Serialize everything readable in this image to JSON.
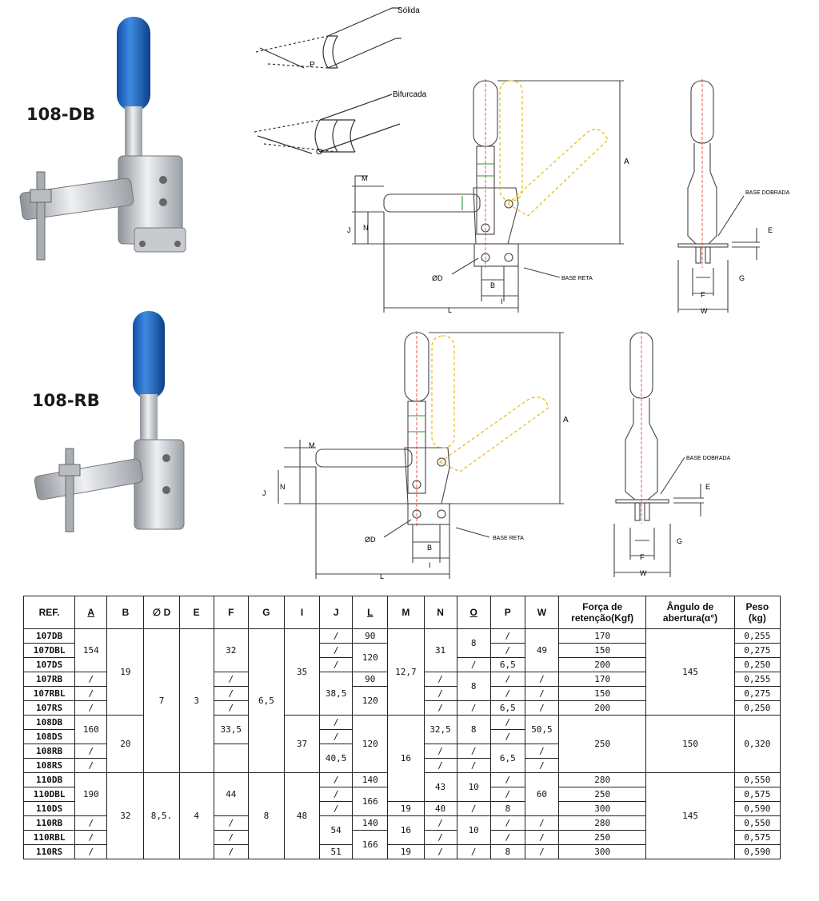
{
  "products": [
    {
      "label": "108-DB"
    },
    {
      "label": "108-RB"
    }
  ],
  "diagram_labels": {
    "solida": "Sólida",
    "bifurcada": "Bifurcada",
    "p": "P",
    "o": "O",
    "a": "A",
    "m": "M",
    "j": "J",
    "n": "N",
    "b": "B",
    "i": "I",
    "l": "L",
    "od": "ØD",
    "base_reta": "BASE RETA",
    "base_dobrada": "BASE DOBRADA",
    "e": "E",
    "g": "G",
    "f": "F",
    "w": "W"
  },
  "table": {
    "headers": {
      "ref": "REF.",
      "a": "A",
      "b": "B",
      "d": "∅ D",
      "e": "E",
      "f": "F",
      "g": "G",
      "i": "I",
      "j": "J",
      "l": "L",
      "m": "M",
      "n": "N",
      "o": "O",
      "p": "P",
      "w": "W",
      "forca_1": "Força de",
      "forca_2": "retenção(Kgf)",
      "angulo_1": "Ângulo de",
      "angulo_2": "abertura(α°)",
      "peso_1": "Peso",
      "peso_2": "(kg)"
    },
    "cells": {
      "r107DB": "107DB",
      "r107DBL": "107DBL",
      "r107DS": "107DS",
      "r107RB": "107RB",
      "r107RBL": "107RBL",
      "r107RS": "107RS",
      "r108DB": "108DB",
      "r108DS": "108DS",
      "r108RB": "108RB",
      "r108RS": "108RS",
      "r110DB": "110DB",
      "r110DBL": "110DBL",
      "r110DS": "110DS",
      "r110RB": "110RB",
      "r110RBL": "110RBL",
      "r110RS": "110RS",
      "a154": "154",
      "a160": "160",
      "a190": "190",
      "slash": "/",
      "b19": "19",
      "b20": "20",
      "b32": "32",
      "d7": "7",
      "d85": "8,5.",
      "e3": "3",
      "e4": "4",
      "f32": "32",
      "f335": "33,5",
      "f44": "44",
      "g65": "6,5",
      "g8": "8",
      "i35": "35",
      "i37": "37",
      "i48": "48",
      "j385": "38,5",
      "j405": "40,5",
      "j54": "54",
      "j51": "51",
      "l90": "90",
      "l120": "120",
      "l140": "140",
      "l166": "166",
      "m127": "12,7",
      "m16": "16",
      "m19": "19",
      "n31": "31",
      "n325": "32,5",
      "n43": "43",
      "n40": "40",
      "o8": "8",
      "o10": "10",
      "p65": "6,5",
      "p8": "8",
      "w49": "49",
      "w505": "50,5",
      "w60": "60",
      "f170": "170",
      "f150": "150",
      "f200": "200",
      "f250": "250",
      "f280": "280",
      "f300": "300",
      "ang145": "145",
      "ang150": "150",
      "w0255": "0,255",
      "w0275": "0,275",
      "w0250": "0,250",
      "w0320": "0,320",
      "w0550": "0,550",
      "w0575": "0,575",
      "w0590": "0,590"
    }
  }
}
